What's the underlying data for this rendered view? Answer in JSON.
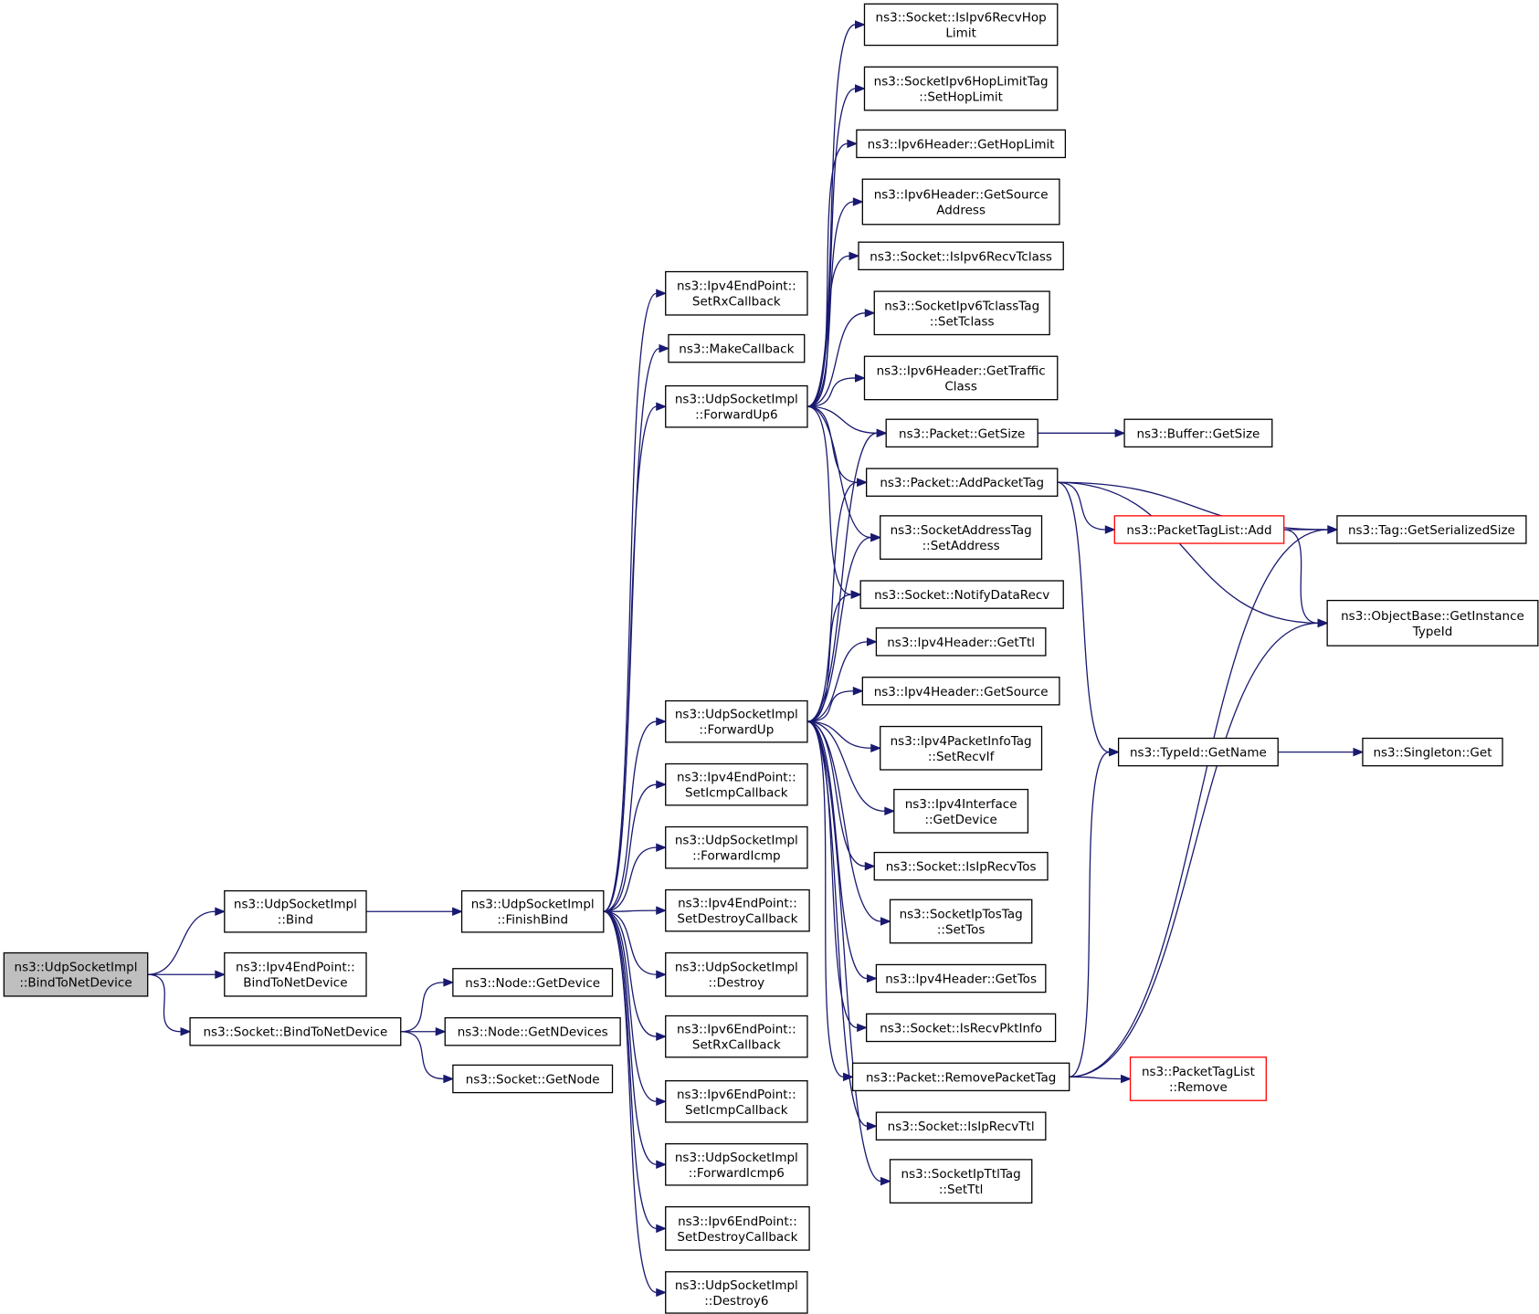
{
  "graph": {
    "nodes": [
      {
        "id": "root",
        "lines": [
          "ns3::UdpSocketImpl",
          "::BindToNetDevice"
        ],
        "style": "root"
      },
      {
        "id": "bind",
        "lines": [
          "ns3::UdpSocketImpl",
          "::Bind"
        ]
      },
      {
        "id": "v4bindnd",
        "lines": [
          "ns3::Ipv4EndPoint::",
          "BindToNetDevice"
        ]
      },
      {
        "id": "sockbind",
        "lines": [
          "ns3::Socket::BindToNetDevice"
        ]
      },
      {
        "id": "finishbind",
        "lines": [
          "ns3::UdpSocketImpl",
          "::FinishBind"
        ]
      },
      {
        "id": "nodegetdev",
        "lines": [
          "ns3::Node::GetDevice"
        ]
      },
      {
        "id": "nodegetndev",
        "lines": [
          "ns3::Node::GetNDevices"
        ]
      },
      {
        "id": "sockgetnode",
        "lines": [
          "ns3::Socket::GetNode"
        ]
      },
      {
        "id": "v4setrx",
        "lines": [
          "ns3::Ipv4EndPoint::",
          "SetRxCallback"
        ]
      },
      {
        "id": "makecb",
        "lines": [
          "ns3::MakeCallback"
        ]
      },
      {
        "id": "fwdup6",
        "lines": [
          "ns3::UdpSocketImpl",
          "::ForwardUp6"
        ]
      },
      {
        "id": "fwdup",
        "lines": [
          "ns3::UdpSocketImpl",
          "::ForwardUp"
        ]
      },
      {
        "id": "v4seticmp",
        "lines": [
          "ns3::Ipv4EndPoint::",
          "SetIcmpCallback"
        ]
      },
      {
        "id": "fwdicmp",
        "lines": [
          "ns3::UdpSocketImpl",
          "::ForwardIcmp"
        ]
      },
      {
        "id": "v4setdestroy",
        "lines": [
          "ns3::Ipv4EndPoint::",
          "SetDestroyCallback"
        ]
      },
      {
        "id": "destroy",
        "lines": [
          "ns3::UdpSocketImpl",
          "::Destroy"
        ]
      },
      {
        "id": "v6setrx",
        "lines": [
          "ns3::Ipv6EndPoint::",
          "SetRxCallback"
        ]
      },
      {
        "id": "v6seticmp",
        "lines": [
          "ns3::Ipv6EndPoint::",
          "SetIcmpCallback"
        ]
      },
      {
        "id": "fwdicmp6",
        "lines": [
          "ns3::UdpSocketImpl",
          "::ForwardIcmp6"
        ]
      },
      {
        "id": "v6setdestroy",
        "lines": [
          "ns3::Ipv6EndPoint::",
          "SetDestroyCallback"
        ]
      },
      {
        "id": "destroy6",
        "lines": [
          "ns3::UdpSocketImpl",
          "::Destroy6"
        ]
      },
      {
        "id": "isv6hop",
        "lines": [
          "ns3::Socket::IsIpv6RecvHop",
          "Limit"
        ]
      },
      {
        "id": "hoptagset",
        "lines": [
          "ns3::SocketIpv6HopLimitTag",
          "::SetHopLimit"
        ]
      },
      {
        "id": "v6gethop",
        "lines": [
          "ns3::Ipv6Header::GetHopLimit"
        ]
      },
      {
        "id": "v6getsrc",
        "lines": [
          "ns3::Ipv6Header::GetSource",
          "Address"
        ]
      },
      {
        "id": "isv6tclass",
        "lines": [
          "ns3::Socket::IsIpv6RecvTclass"
        ]
      },
      {
        "id": "tclasstagset",
        "lines": [
          "ns3::SocketIpv6TclassTag",
          "::SetTclass"
        ]
      },
      {
        "id": "v6gettraffic",
        "lines": [
          "ns3::Ipv6Header::GetTraffic",
          "Class"
        ]
      },
      {
        "id": "pktgetsize",
        "lines": [
          "ns3::Packet::GetSize"
        ]
      },
      {
        "id": "addpkttag",
        "lines": [
          "ns3::Packet::AddPacketTag"
        ]
      },
      {
        "id": "addrtagset",
        "lines": [
          "ns3::SocketAddressTag",
          "::SetAddress"
        ]
      },
      {
        "id": "notifyrecv",
        "lines": [
          "ns3::Socket::NotifyDataRecv"
        ]
      },
      {
        "id": "v4getttl",
        "lines": [
          "ns3::Ipv4Header::GetTtl"
        ]
      },
      {
        "id": "v4getsrc",
        "lines": [
          "ns3::Ipv4Header::GetSource"
        ]
      },
      {
        "id": "pktinfoset",
        "lines": [
          "ns3::Ipv4PacketInfoTag",
          "::SetRecvIf"
        ]
      },
      {
        "id": "ifgetdev",
        "lines": [
          "ns3::Ipv4Interface",
          "::GetDevice"
        ]
      },
      {
        "id": "isiptos",
        "lines": [
          "ns3::Socket::IsIpRecvTos"
        ]
      },
      {
        "id": "tostagset",
        "lines": [
          "ns3::SocketIpTosTag",
          "::SetTos"
        ]
      },
      {
        "id": "v4gettos",
        "lines": [
          "ns3::Ipv4Header::GetTos"
        ]
      },
      {
        "id": "isrecvpkt",
        "lines": [
          "ns3::Socket::IsRecvPktInfo"
        ]
      },
      {
        "id": "rmpkttag",
        "lines": [
          "ns3::Packet::RemovePacketTag"
        ]
      },
      {
        "id": "isipttl",
        "lines": [
          "ns3::Socket::IsIpRecvTtl"
        ]
      },
      {
        "id": "ttltagset",
        "lines": [
          "ns3::SocketIpTtlTag",
          "::SetTtl"
        ]
      },
      {
        "id": "bufgetsize",
        "lines": [
          "ns3::Buffer::GetSize"
        ]
      },
      {
        "id": "ptladd",
        "lines": [
          "ns3::PacketTagList::Add"
        ],
        "style": "red"
      },
      {
        "id": "typeidname",
        "lines": [
          "ns3::TypeId::GetName"
        ]
      },
      {
        "id": "ptlremove",
        "lines": [
          "ns3::PacketTagList",
          "::Remove"
        ],
        "style": "red"
      },
      {
        "id": "taggetser",
        "lines": [
          "ns3::Tag::GetSerializedSize"
        ]
      },
      {
        "id": "objgettid",
        "lines": [
          "ns3::ObjectBase::GetInstance",
          "TypeId"
        ]
      },
      {
        "id": "singleton",
        "lines": [
          "ns3::Singleton::Get"
        ]
      }
    ],
    "edges": [
      [
        "root",
        "bind"
      ],
      [
        "root",
        "v4bindnd"
      ],
      [
        "root",
        "sockbind"
      ],
      [
        "bind",
        "finishbind"
      ],
      [
        "sockbind",
        "nodegetdev"
      ],
      [
        "sockbind",
        "nodegetndev"
      ],
      [
        "sockbind",
        "sockgetnode"
      ],
      [
        "finishbind",
        "v4setrx"
      ],
      [
        "finishbind",
        "makecb"
      ],
      [
        "finishbind",
        "fwdup6"
      ],
      [
        "finishbind",
        "fwdup"
      ],
      [
        "finishbind",
        "v4seticmp"
      ],
      [
        "finishbind",
        "fwdicmp"
      ],
      [
        "finishbind",
        "v4setdestroy"
      ],
      [
        "finishbind",
        "destroy"
      ],
      [
        "finishbind",
        "v6setrx"
      ],
      [
        "finishbind",
        "v6seticmp"
      ],
      [
        "finishbind",
        "fwdicmp6"
      ],
      [
        "finishbind",
        "v6setdestroy"
      ],
      [
        "finishbind",
        "destroy6"
      ],
      [
        "fwdup6",
        "isv6hop"
      ],
      [
        "fwdup6",
        "hoptagset"
      ],
      [
        "fwdup6",
        "v6gethop"
      ],
      [
        "fwdup6",
        "v6getsrc"
      ],
      [
        "fwdup6",
        "isv6tclass"
      ],
      [
        "fwdup6",
        "tclasstagset"
      ],
      [
        "fwdup6",
        "v6gettraffic"
      ],
      [
        "fwdup6",
        "pktgetsize"
      ],
      [
        "fwdup6",
        "addpkttag"
      ],
      [
        "fwdup6",
        "addrtagset"
      ],
      [
        "fwdup6",
        "notifyrecv"
      ],
      [
        "fwdup",
        "pktgetsize"
      ],
      [
        "fwdup",
        "addpkttag"
      ],
      [
        "fwdup",
        "addrtagset"
      ],
      [
        "fwdup",
        "notifyrecv"
      ],
      [
        "fwdup",
        "v4getttl"
      ],
      [
        "fwdup",
        "v4getsrc"
      ],
      [
        "fwdup",
        "pktinfoset"
      ],
      [
        "fwdup",
        "ifgetdev"
      ],
      [
        "fwdup",
        "isiptos"
      ],
      [
        "fwdup",
        "tostagset"
      ],
      [
        "fwdup",
        "v4gettos"
      ],
      [
        "fwdup",
        "isrecvpkt"
      ],
      [
        "fwdup",
        "rmpkttag"
      ],
      [
        "fwdup",
        "isipttl"
      ],
      [
        "fwdup",
        "ttltagset"
      ],
      [
        "pktgetsize",
        "bufgetsize"
      ],
      [
        "addpkttag",
        "ptladd"
      ],
      [
        "addpkttag",
        "taggetser"
      ],
      [
        "addpkttag",
        "objgettid"
      ],
      [
        "addpkttag",
        "typeidname"
      ],
      [
        "ptladd",
        "taggetser"
      ],
      [
        "ptladd",
        "objgettid"
      ],
      [
        "rmpkttag",
        "ptlremove"
      ],
      [
        "rmpkttag",
        "taggetser"
      ],
      [
        "rmpkttag",
        "objgettid"
      ],
      [
        "rmpkttag",
        "typeidname"
      ],
      [
        "typeidname",
        "singleton"
      ]
    ]
  }
}
